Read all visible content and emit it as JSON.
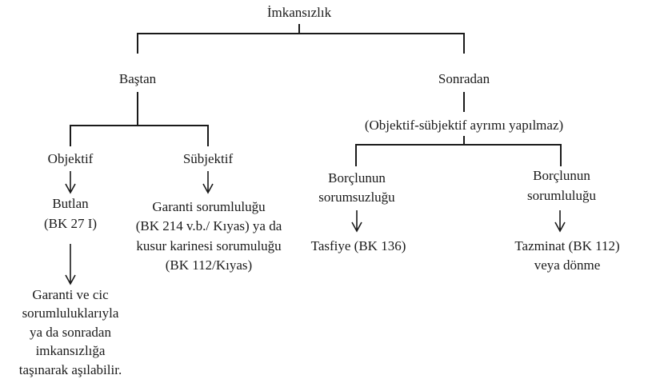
{
  "root": "İmkansızlık",
  "left": {
    "label": "Baştan",
    "objektif": {
      "label": "Objektif",
      "result": [
        "Butlan",
        "(BK 27 I)"
      ],
      "note": [
        "Garanti ve cic",
        "sorumluluklarıyla",
        "ya da sonradan",
        "imkansızlığa",
        "taşınarak aşılabilir."
      ]
    },
    "subjektif": {
      "label": "Sübjektif",
      "result": [
        "Garanti sorumluluğu",
        "(BK 214 v.b./ Kıyas) ya da",
        "kusur karinesi sorumuluğu",
        "(BK 112/Kıyas)"
      ]
    }
  },
  "right": {
    "label": "Sonradan",
    "note": "(Objektif-sübjektif ayrımı yapılmaz)",
    "sorumsuz": {
      "label": [
        "Borçlunun",
        "sorumsuzluğu"
      ],
      "result": "Tasfiye (BK 136)"
    },
    "sorumlu": {
      "label": [
        "Borçlunun",
        "sorumluluğu"
      ],
      "result": [
        "Tazminat (BK 112)",
        "veya dönme"
      ]
    }
  }
}
